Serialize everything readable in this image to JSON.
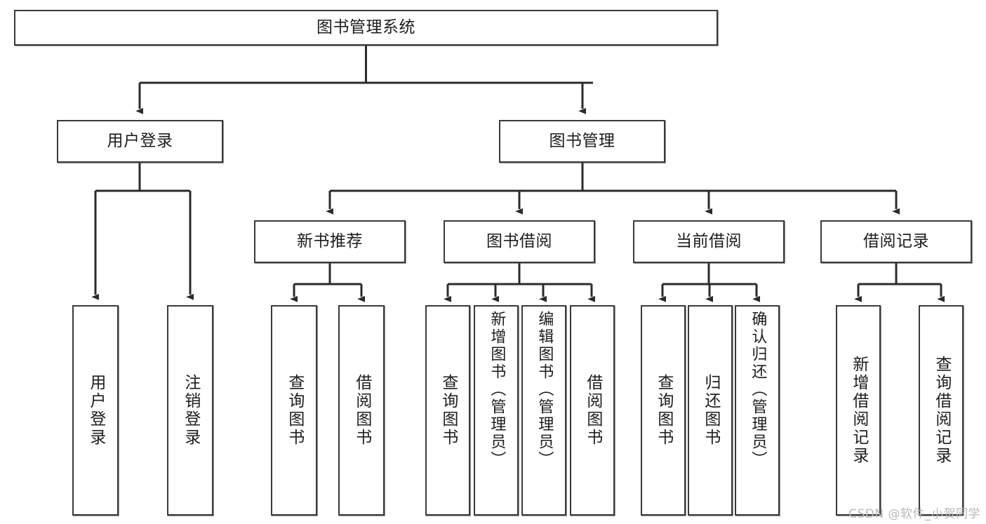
{
  "diagram": {
    "type": "tree",
    "title": "图书管理系统",
    "watermark": "CSDN @软件_小贺同学",
    "colors": {
      "box_border": "#3a3a3a",
      "box_fill": "#ffffff",
      "connector": "#2b2b2b",
      "text": "#1d1d1d",
      "watermark": "#b9b9b9"
    },
    "nodes": {
      "root": {
        "label": "图书管理系统"
      },
      "level2": [
        {
          "id": "user-login",
          "label": "用户登录"
        },
        {
          "id": "book-manage",
          "label": "图书管理"
        }
      ],
      "level3": [
        {
          "id": "new-book-recommend",
          "label": "新书推荐"
        },
        {
          "id": "book-borrow",
          "label": "图书借阅"
        },
        {
          "id": "current-borrow",
          "label": "当前借阅"
        },
        {
          "id": "borrow-record",
          "label": "借阅记录"
        }
      ],
      "leaves": {
        "user-login": [
          {
            "id": "leaf-user-login",
            "label": "用户登录"
          },
          {
            "id": "leaf-logout",
            "label": "注销登录"
          }
        ],
        "new-book-recommend": [
          {
            "id": "leaf-query-book-1",
            "label": "查询图书"
          },
          {
            "id": "leaf-borrow-book-1",
            "label": "借阅图书"
          }
        ],
        "book-borrow": [
          {
            "id": "leaf-query-book-2",
            "label": "查询图书"
          },
          {
            "id": "leaf-add-book",
            "label": "新增图书（管理员）"
          },
          {
            "id": "leaf-edit-book",
            "label": "编辑图书（管理员）"
          },
          {
            "id": "leaf-borrow-book-2",
            "label": "借阅图书"
          }
        ],
        "current-borrow": [
          {
            "id": "leaf-query-book-3",
            "label": "查询图书"
          },
          {
            "id": "leaf-return-book",
            "label": "归还图书"
          },
          {
            "id": "leaf-confirm-return",
            "label": "确认归还（管理员）"
          }
        ],
        "borrow-record": [
          {
            "id": "leaf-add-record",
            "label": "新增借阅记录"
          },
          {
            "id": "leaf-query-record",
            "label": "查询借阅记录"
          }
        ]
      }
    }
  }
}
